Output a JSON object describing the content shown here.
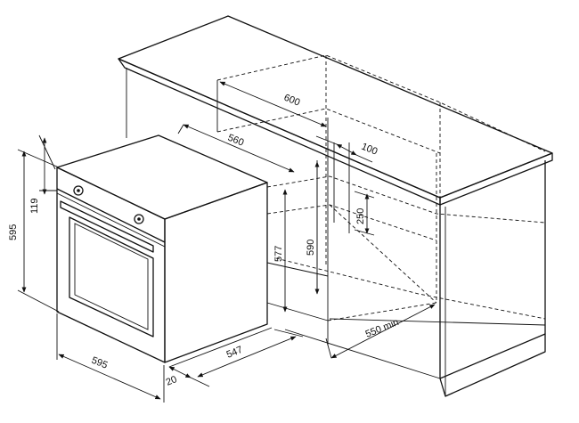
{
  "figure": {
    "type": "built-in oven installation dimensions",
    "units": "mm"
  },
  "colors": {
    "line": "#111111",
    "countertop": "#d7d7d7",
    "countertop_edge": "#bdbdbd",
    "oven_front": "#ffffff",
    "oven_top": "#f4f4f4",
    "oven_side": "#fafafa",
    "background": "#ffffff"
  },
  "dimensions": {
    "cabinet_width": "600",
    "niche_width": "560",
    "back_gap": "100",
    "vent_height": "250",
    "niche_height": "590",
    "oven_body_height": "577",
    "min_depth": "550 min",
    "oven_height": "595",
    "control_panel_height": "119",
    "oven_width": "595",
    "oven_depth": "547",
    "front_offset": "20"
  }
}
